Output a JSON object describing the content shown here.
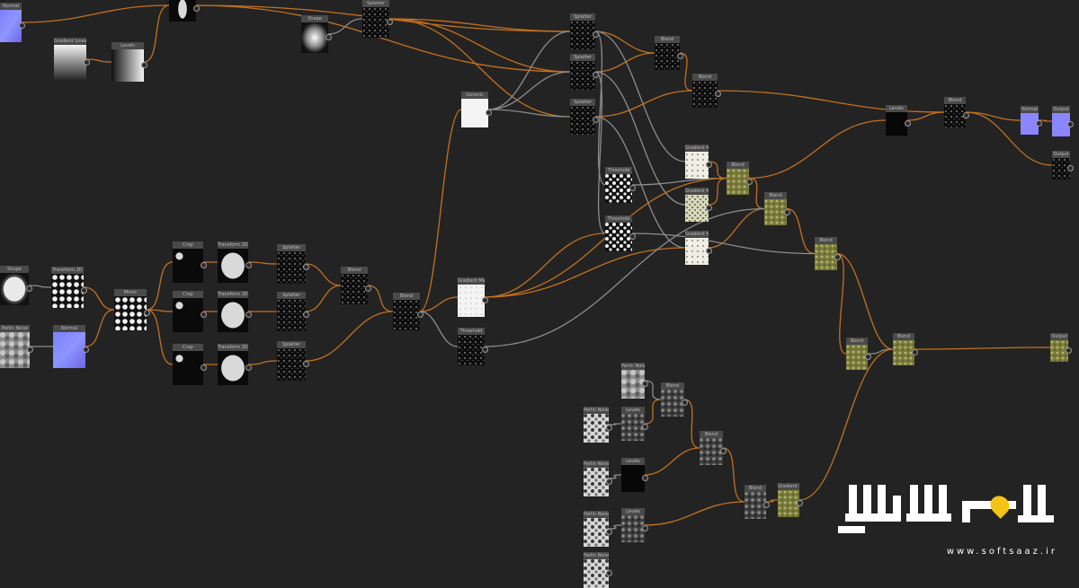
{
  "app": {
    "title": "Substance Designer graph"
  },
  "colors": {
    "background": "#232323",
    "wire_orange": "#c2711f",
    "wire_gray": "#8d8d8d",
    "header": "#4a4a4a",
    "accent_yellow": "#f3c416"
  },
  "nodes": [
    {
      "id": "normal-top",
      "label": "Normal",
      "thumb": "normal"
    },
    {
      "id": "ellipse-top",
      "label": "",
      "thumb": "ellipse"
    },
    {
      "id": "grad-linear",
      "label": "Gradient Linear",
      "thumb": "gradient-h"
    },
    {
      "id": "levels-top",
      "label": "Levels",
      "thumb": "gradient-h2"
    },
    {
      "id": "shape-glow",
      "label": "Shape",
      "thumb": "radial"
    },
    {
      "id": "splatter-top",
      "label": "Splatter",
      "thumb": "splat"
    },
    {
      "id": "splatter-a",
      "label": "Splatter",
      "thumb": "dots-dark"
    },
    {
      "id": "splatter-b",
      "label": "Splatter",
      "thumb": "dots-dark"
    },
    {
      "id": "splatter-c",
      "label": "Splatter",
      "thumb": "dots-dark"
    },
    {
      "id": "blend-t1",
      "label": "Blend",
      "thumb": "dots-dark"
    },
    {
      "id": "blend-t2",
      "label": "Blend",
      "thumb": "dots-dark"
    },
    {
      "id": "gen-white",
      "label": "Generic",
      "thumb": "white"
    },
    {
      "id": "levels-black",
      "label": "Levels",
      "thumb": "black"
    },
    {
      "id": "blend-right",
      "label": "Blend",
      "thumb": "dots-dark"
    },
    {
      "id": "normal-r1",
      "label": "Normal",
      "thumb": "violet"
    },
    {
      "id": "output-r",
      "label": "Output",
      "thumb": "violet"
    },
    {
      "id": "output-r2",
      "label": "Output",
      "thumb": "dots-dark"
    },
    {
      "id": "grad-map-1",
      "label": "Gradient Map",
      "thumb": "cream"
    },
    {
      "id": "grad-map-2",
      "label": "Gradient Map",
      "thumb": "green-noise"
    },
    {
      "id": "grad-map-3",
      "label": "Gradient Map",
      "thumb": "cream"
    },
    {
      "id": "threshold-1",
      "label": "Threshold",
      "thumb": "bw-noise"
    },
    {
      "id": "threshold-2",
      "label": "Threshold",
      "thumb": "bw-noise2"
    },
    {
      "id": "blend-g1",
      "label": "Blend",
      "thumb": "olive"
    },
    {
      "id": "blend-g2",
      "label": "Blend",
      "thumb": "olive"
    },
    {
      "id": "blend-g3",
      "label": "Blend",
      "thumb": "olive"
    },
    {
      "id": "shape-l",
      "label": "Shape",
      "thumb": "circle"
    },
    {
      "id": "transform-2d-grid",
      "label": "Transform 2D",
      "thumb": "grid-dots"
    },
    {
      "id": "perlin-l",
      "label": "Perlin Noise",
      "thumb": "noise"
    },
    {
      "id": "normal-l",
      "label": "Normal",
      "thumb": "normal"
    },
    {
      "id": "mirror",
      "label": "Mirror",
      "thumb": "grid-dots"
    },
    {
      "id": "crop-1",
      "label": "Crop",
      "thumb": "blob-small"
    },
    {
      "id": "crop-2",
      "label": "Crop",
      "thumb": "blob-small"
    },
    {
      "id": "crop-3",
      "label": "Crop",
      "thumb": "blob-small"
    },
    {
      "id": "transform-1",
      "label": "Transform 2D",
      "thumb": "blob"
    },
    {
      "id": "transform-2",
      "label": "Transform 2D",
      "thumb": "blob"
    },
    {
      "id": "transform-3",
      "label": "Transform 2D",
      "thumb": "blob"
    },
    {
      "id": "splatter-d",
      "label": "Splatter",
      "thumb": "dots-dark"
    },
    {
      "id": "splatter-e",
      "label": "Splatter",
      "thumb": "dots-dark"
    },
    {
      "id": "splatter-f",
      "label": "Splatter",
      "thumb": "dots-dark"
    },
    {
      "id": "blend-m1",
      "label": "Blend",
      "thumb": "dots-dark"
    },
    {
      "id": "blend-m2",
      "label": "Blend",
      "thumb": "dots-dark"
    },
    {
      "id": "grad-map-m",
      "label": "Gradient Map",
      "thumb": "white-speck"
    },
    {
      "id": "threshold-m",
      "label": "Threshold",
      "thumb": "dots-dark"
    },
    {
      "id": "blend-lower",
      "label": "Blend",
      "thumb": "olive"
    },
    {
      "id": "blend-lower2",
      "label": "Blend",
      "thumb": "olive"
    },
    {
      "id": "output-lower",
      "label": "Output",
      "thumb": "olive"
    },
    {
      "id": "noise-b1",
      "label": "Perlin Noise",
      "thumb": "noise"
    },
    {
      "id": "blend-b1",
      "label": "Blend",
      "thumb": "gray-noise"
    },
    {
      "id": "noise-b2",
      "label": "Perlin Noise",
      "thumb": "noise-bw"
    },
    {
      "id": "levels-b1",
      "label": "Levels",
      "thumb": "gray-noise"
    },
    {
      "id": "blend-b2",
      "label": "Blend",
      "thumb": "gray-noise"
    },
    {
      "id": "noise-b3",
      "label": "Perlin Noise",
      "thumb": "noise-bw"
    },
    {
      "id": "levels-b2",
      "label": "Levels",
      "thumb": "black"
    },
    {
      "id": "noise-b4",
      "label": "Perlin Noise",
      "thumb": "noise-bw"
    },
    {
      "id": "levels-b3",
      "label": "Levels",
      "thumb": "gray-noise"
    },
    {
      "id": "blend-b3",
      "label": "Blend",
      "thumb": "gray-noise"
    },
    {
      "id": "grad-map-b",
      "label": "Gradient Map",
      "thumb": "olive"
    },
    {
      "id": "noise-b5",
      "label": "Perlin Noise",
      "thumb": "noise-bw"
    }
  ],
  "watermark": {
    "logo_name": "softsaaz-logo",
    "url": "www.softsaaz.ir"
  }
}
